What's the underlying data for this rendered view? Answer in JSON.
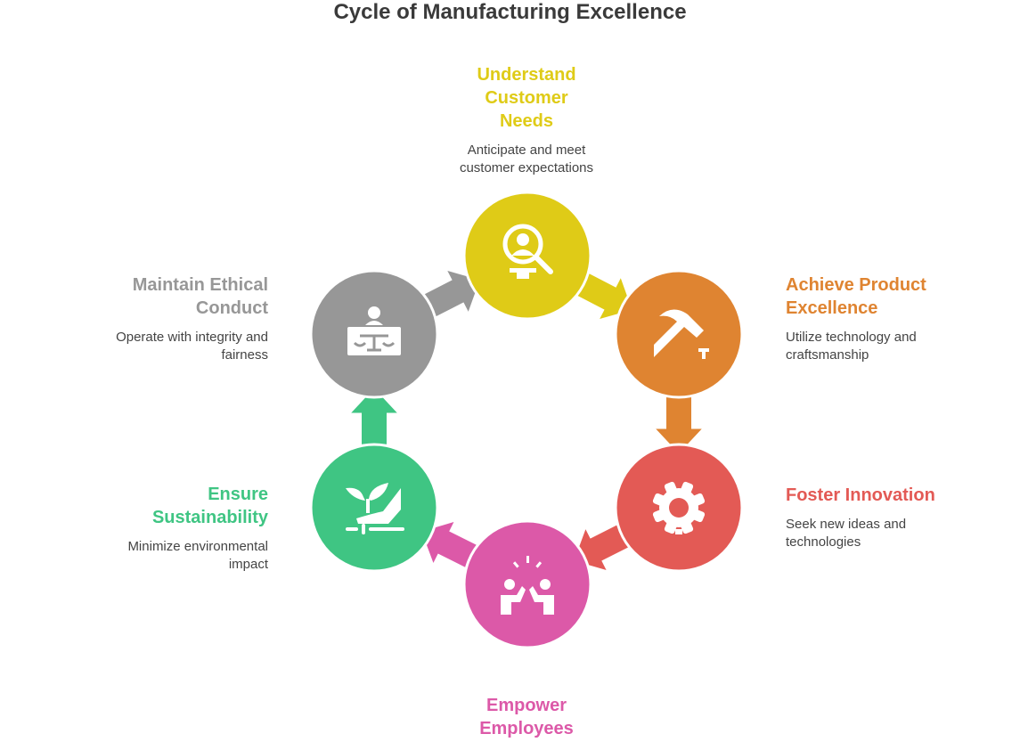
{
  "title": "Cycle of Manufacturing Excellence",
  "steps": [
    {
      "title": "Understand Customer Needs",
      "description": "Anticipate and meet customer expectations",
      "color": "#DFCB17",
      "icon": "customer-search-icon"
    },
    {
      "title": "Achieve Product Excellence",
      "description": "Utilize technology and craftsmanship",
      "color": "#DF8431",
      "icon": "hammer-icon"
    },
    {
      "title": "Foster Innovation",
      "description": "Seek new ideas and technologies",
      "color": "#E35A55",
      "icon": "gear-bulb-icon"
    },
    {
      "title": "Empower Employees",
      "description": "",
      "color": "#DC59A8",
      "icon": "high-five-icon"
    },
    {
      "title": "Ensure Sustainability",
      "description": "Minimize environmental impact",
      "color": "#3FC583",
      "icon": "plant-hand-icon"
    },
    {
      "title": "Maintain Ethical Conduct",
      "description": "Operate with integrity and fairness",
      "color": "#979797",
      "icon": "justice-scale-icon"
    }
  ]
}
